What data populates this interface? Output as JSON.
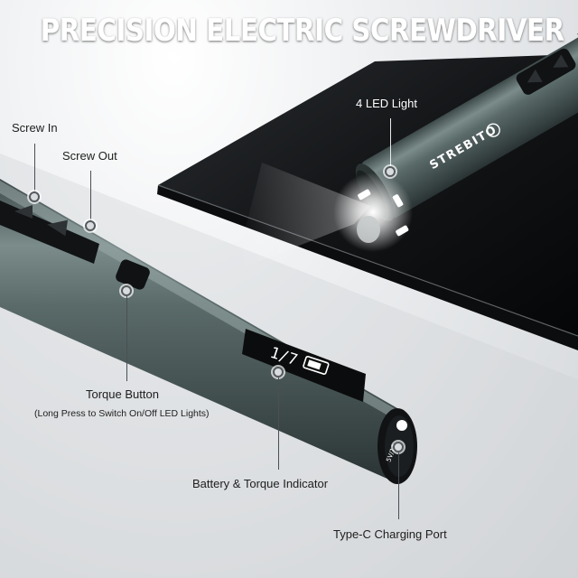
{
  "title": "PRECISION ELECTRIC SCREWDRIVER",
  "brand": "STREBITO",
  "display": {
    "torque": "1/7"
  },
  "port_marking": "5V/1A",
  "callouts": {
    "screw_in": "Screw In",
    "screw_out": "Screw Out",
    "led_light": "4 LED Light",
    "torque_button": "Torque Button",
    "torque_note": "(Long Press to Switch On/Off LED Lights)",
    "battery_indicator": "Battery & Torque Indicator",
    "charging_port": "Type-C Charging Port"
  },
  "colors": {
    "body": "#4e5d5c",
    "panel_dark": "#121416",
    "led": "#ffffff",
    "text": "#1d1d1d"
  },
  "icons": [
    "triangle-up-icon",
    "triangle-down-icon",
    "battery-icon",
    "usb-c-icon",
    "brand-logo-icon"
  ]
}
